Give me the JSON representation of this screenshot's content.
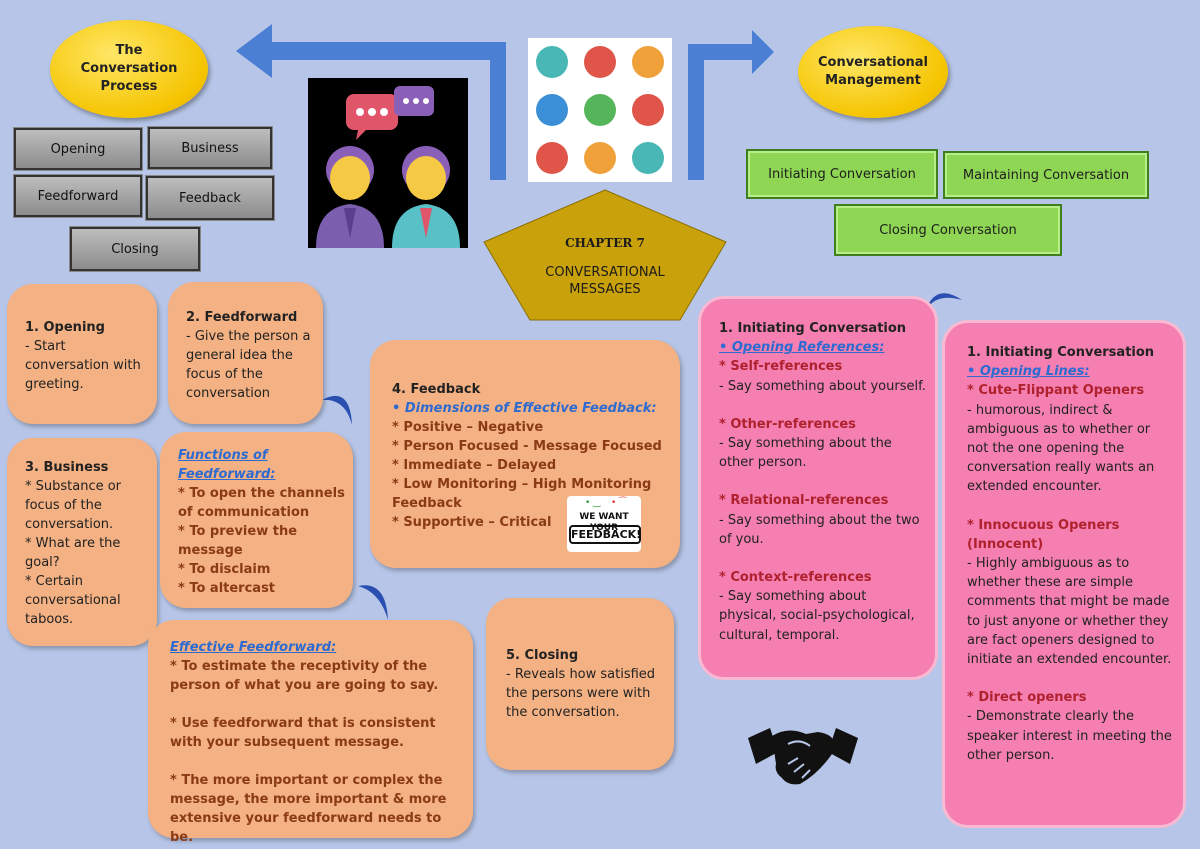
{
  "left_oval": {
    "line1": "The",
    "line2": "Conversation",
    "line3": "Process"
  },
  "right_oval": {
    "line1": "Conversational",
    "line2": "Management"
  },
  "gray_buttons": {
    "opening": "Opening",
    "business": "Business",
    "feedforward": "Feedforward",
    "feedback": "Feedback",
    "closing": "Closing"
  },
  "green_buttons": {
    "initiating": "Initiating Conversation",
    "maintaining": "Maintaining Conversation",
    "closing": "Closing Conversation"
  },
  "chapter": {
    "line1": "CHAPTER 7",
    "line2": "CONVERSATIONAL",
    "line3": "MESSAGES"
  },
  "card_opening": {
    "title": "1. Opening",
    "text": "- Start conversation with greeting."
  },
  "card_feedforward": {
    "title": "2. Feedforward",
    "text": "- Give the person a general idea the focus of the conversation"
  },
  "card_business": {
    "title": "3. Business",
    "items": [
      "* Substance or focus of the conversation.",
      "* What are the goal?",
      "* Certain conversational taboos."
    ]
  },
  "card_functions": {
    "title": "Functions of Feedforward:",
    "items": [
      "* To open the channels of communication",
      "* To preview the message",
      "* To disclaim",
      "* To altercast"
    ]
  },
  "card_feedback": {
    "title": "4. Feedback",
    "subtitle": "• Dimensions of Effective Feedback:",
    "items": [
      "* Positive – Negative",
      "* Person Focused - Message Focused",
      "* Immediate – Delayed",
      "* Low Monitoring – High Monitoring Feedback",
      "* Supportive – Critical"
    ],
    "badge_line1": "WE WANT YOUR",
    "badge_line2": "FEEDBACK!"
  },
  "card_effective": {
    "title": "Effective Feedforward:",
    "items": [
      "* To estimate the receptivity of the person of what you are going to say.",
      "* Use feedforward that is consistent with your subsequent message.",
      "* The more important or complex the message, the more important & more extensive your feedforward needs to be."
    ]
  },
  "card_closing": {
    "title": "5. Closing",
    "text": "- Reveals how satisfied the persons were with the conversation."
  },
  "card_init_refs": {
    "title": "1. Initiating Conversation",
    "subtitle": "• Opening References:",
    "sections": [
      {
        "head": "* Self-references",
        "text": "- Say something about yourself."
      },
      {
        "head": "* Other-references",
        "text": "- Say something about the other person."
      },
      {
        "head": "* Relational-references",
        "text": "- Say something about the two of you."
      },
      {
        "head": "* Context-references",
        "text": "- Say something about physical, social-psychological, cultural, temporal."
      }
    ]
  },
  "card_init_lines": {
    "title": "1. Initiating Conversation",
    "subtitle": "• Opening Lines:",
    "sections": [
      {
        "head": "* Cute-Flippant Openers",
        "text": "- humorous, indirect & ambiguous as to whether or not the one opening the conversation really wants an extended encounter."
      },
      {
        "head": "* Innocuous Openers (Innocent)",
        "text": "- Highly ambiguous as to whether these are simple comments that might be made to just anyone or whether they are fact openers designed to initiate an extended encounter."
      },
      {
        "head": "* Direct openers",
        "text": "- Demonstrate clearly the speaker interest in meeting the other person."
      }
    ]
  },
  "colors": {
    "background": "#b7c6e8",
    "orange_card": "#f4b183",
    "pink_card": "#f47fb0",
    "green_button": "#8ed653",
    "oval": "#f5c400",
    "arrow": "#4a7fd4"
  }
}
